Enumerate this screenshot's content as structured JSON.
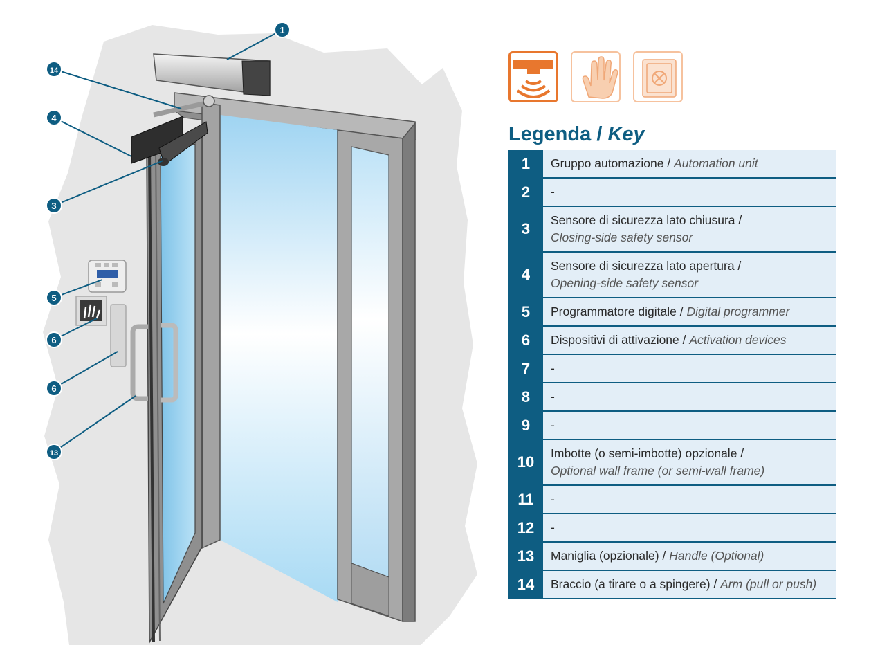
{
  "colors": {
    "accent_blue": "#0e5d82",
    "row_background": "#e3eef7",
    "icon_orange": "#e8772e",
    "icon_light_orange": "#f6c29e",
    "wall_gray": "#e6e6e6"
  },
  "icons": [
    {
      "name": "sensor-icon",
      "active": true
    },
    {
      "name": "hand-icon",
      "active": false
    },
    {
      "name": "keypad-icon",
      "active": false
    }
  ],
  "legend": {
    "title_it": "Legenda",
    "separator": "/",
    "title_en": "Key",
    "items": [
      {
        "num": "1",
        "it": "Gruppo automazione /",
        "en": "Automation unit",
        "layout": "single"
      },
      {
        "num": "2",
        "it": "-",
        "en": "",
        "layout": "single"
      },
      {
        "num": "3",
        "it": "Sensore di sicurezza lato chiusura /",
        "en": "Closing-side safety sensor",
        "layout": "double"
      },
      {
        "num": "4",
        "it": "Sensore di sicurezza lato apertura /",
        "en": "Opening-side safety sensor",
        "layout": "double"
      },
      {
        "num": "5",
        "it": "Programmatore digitale /",
        "en": "Digital programmer",
        "layout": "single"
      },
      {
        "num": "6",
        "it": "Dispositivi di attivazione /",
        "en": "Activation devices",
        "layout": "single"
      },
      {
        "num": "7",
        "it": "-",
        "en": "",
        "layout": "single"
      },
      {
        "num": "8",
        "it": "-",
        "en": "",
        "layout": "single"
      },
      {
        "num": "9",
        "it": "-",
        "en": "",
        "layout": "single"
      },
      {
        "num": "10",
        "it": "Imbotte (o semi-imbotte) opzionale /",
        "en": "Optional wall frame (or semi-wall frame)",
        "layout": "double"
      },
      {
        "num": "11",
        "it": "-",
        "en": "",
        "layout": "single"
      },
      {
        "num": "12",
        "it": "-",
        "en": "",
        "layout": "single"
      },
      {
        "num": "13",
        "it": "Maniglia (opzionale) /",
        "en": "Handle (Optional)",
        "layout": "single"
      },
      {
        "num": "14",
        "it": "Braccio (a tirare o a spingere) /",
        "en": "Arm (pull or push)",
        "layout": "single"
      }
    ]
  },
  "callouts": [
    {
      "id": "c1",
      "label": "1"
    },
    {
      "id": "c14",
      "label": "14"
    },
    {
      "id": "c4",
      "label": "4"
    },
    {
      "id": "c3",
      "label": "3"
    },
    {
      "id": "c5",
      "label": "5"
    },
    {
      "id": "c6a",
      "label": "6"
    },
    {
      "id": "c6b",
      "label": "6"
    },
    {
      "id": "c13",
      "label": "13"
    }
  ]
}
